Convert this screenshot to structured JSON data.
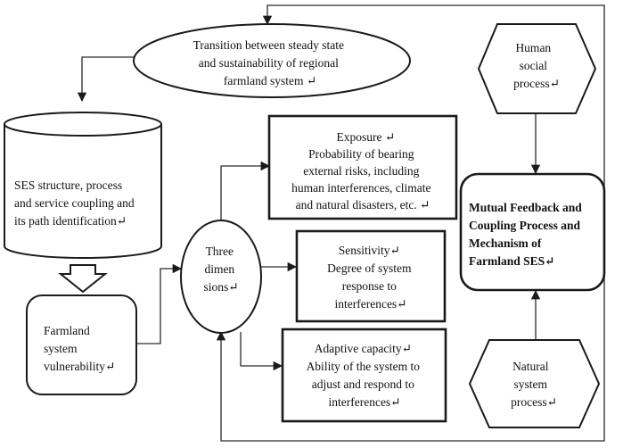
{
  "nodes": {
    "transition": {
      "lines": [
        "Transition between steady state",
        "and sustainability of regional",
        "farmland system ↵"
      ]
    },
    "ses_structure": {
      "lines": [
        "SES  structure,  process",
        "and service coupling and",
        "its path identification↵"
      ]
    },
    "farmland_vulnerability": {
      "lines": [
        "Farmland",
        "system",
        "vulnerability↵"
      ]
    },
    "three_dimensions": {
      "lines": [
        "Three",
        "dimen",
        "sions↵"
      ]
    },
    "exposure": {
      "lines": [
        "Exposure  ↵",
        "Probability of bearing",
        "external risks, including",
        "human interferences, climate",
        "and natural disasters, etc. ↵"
      ]
    },
    "sensitivity": {
      "lines": [
        "Sensitivity↵",
        "Degree of system",
        "response to",
        "interferences↵"
      ]
    },
    "adaptive_capacity": {
      "lines": [
        "Adaptive capacity↵",
        "Ability of the system to",
        "adjust and respond to",
        "interferences↵"
      ]
    },
    "human_social": {
      "lines": [
        "Human",
        "social",
        "process↵"
      ]
    },
    "mutual_feedback": {
      "lines": [
        "Mutual Feedback and",
        "Coupling Process and",
        "Mechanism             of",
        "Farmland SES↵"
      ]
    },
    "natural_system": {
      "lines": [
        "Natural",
        "system",
        "process↵"
      ]
    }
  },
  "colors": {
    "stroke": "#1a1a1a",
    "fill": "#ffffff",
    "text": "#111111"
  }
}
